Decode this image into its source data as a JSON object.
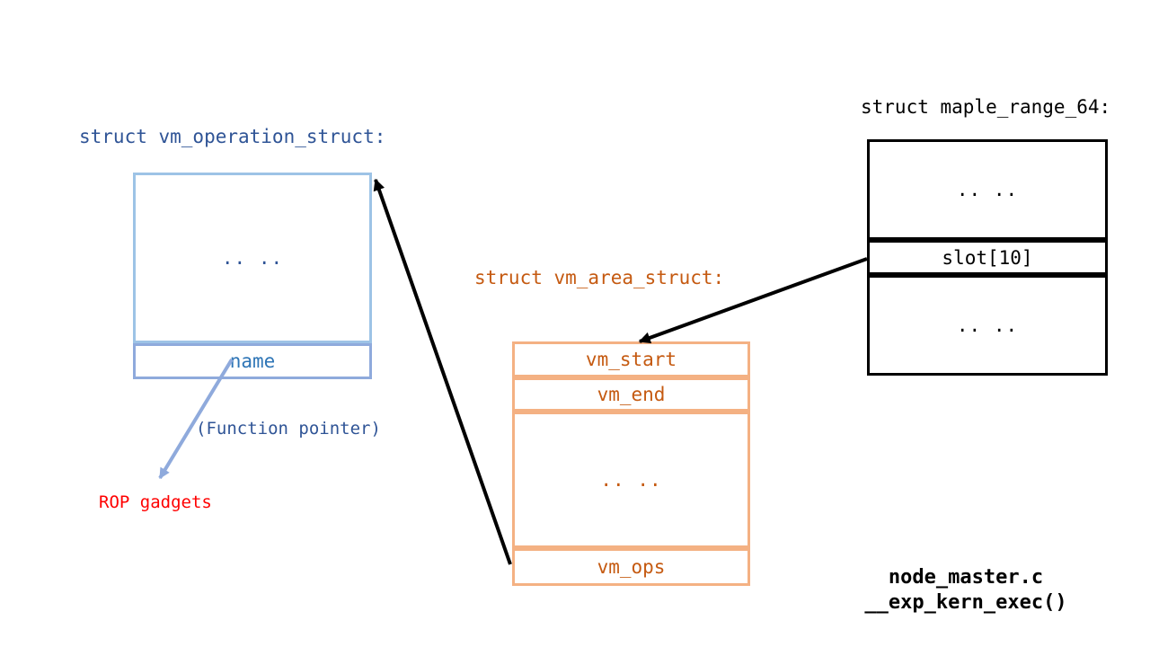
{
  "diagram": {
    "vm_operation_struct": {
      "title": "struct vm_operation_struct:",
      "body_dots": ".. ..",
      "name_field": "name"
    },
    "vm_area_struct": {
      "title": "struct vm_area_struct:",
      "rows": [
        "vm_start",
        "vm_end",
        ".. ..",
        "vm_ops"
      ]
    },
    "maple_range_64": {
      "title": "struct maple_range_64:",
      "rows": [
        ".. ..",
        "slot[10]",
        ".. .."
      ]
    },
    "annotations": {
      "function_pointer": "(Function pointer)",
      "rop_gadgets": "ROP gadgets"
    },
    "footer": {
      "line1": "node_master.c",
      "line2": "__exp_kern_exec()"
    },
    "colors": {
      "blue_dark": "#2F5496",
      "blue_mid": "#2E75B6",
      "blue_light_border": "#9DC3E6",
      "periwinkle_border": "#8FAADC",
      "orange_dark": "#C55A11",
      "orange_light_border": "#F4B183",
      "red": "#FF0000",
      "black": "#000000"
    }
  }
}
